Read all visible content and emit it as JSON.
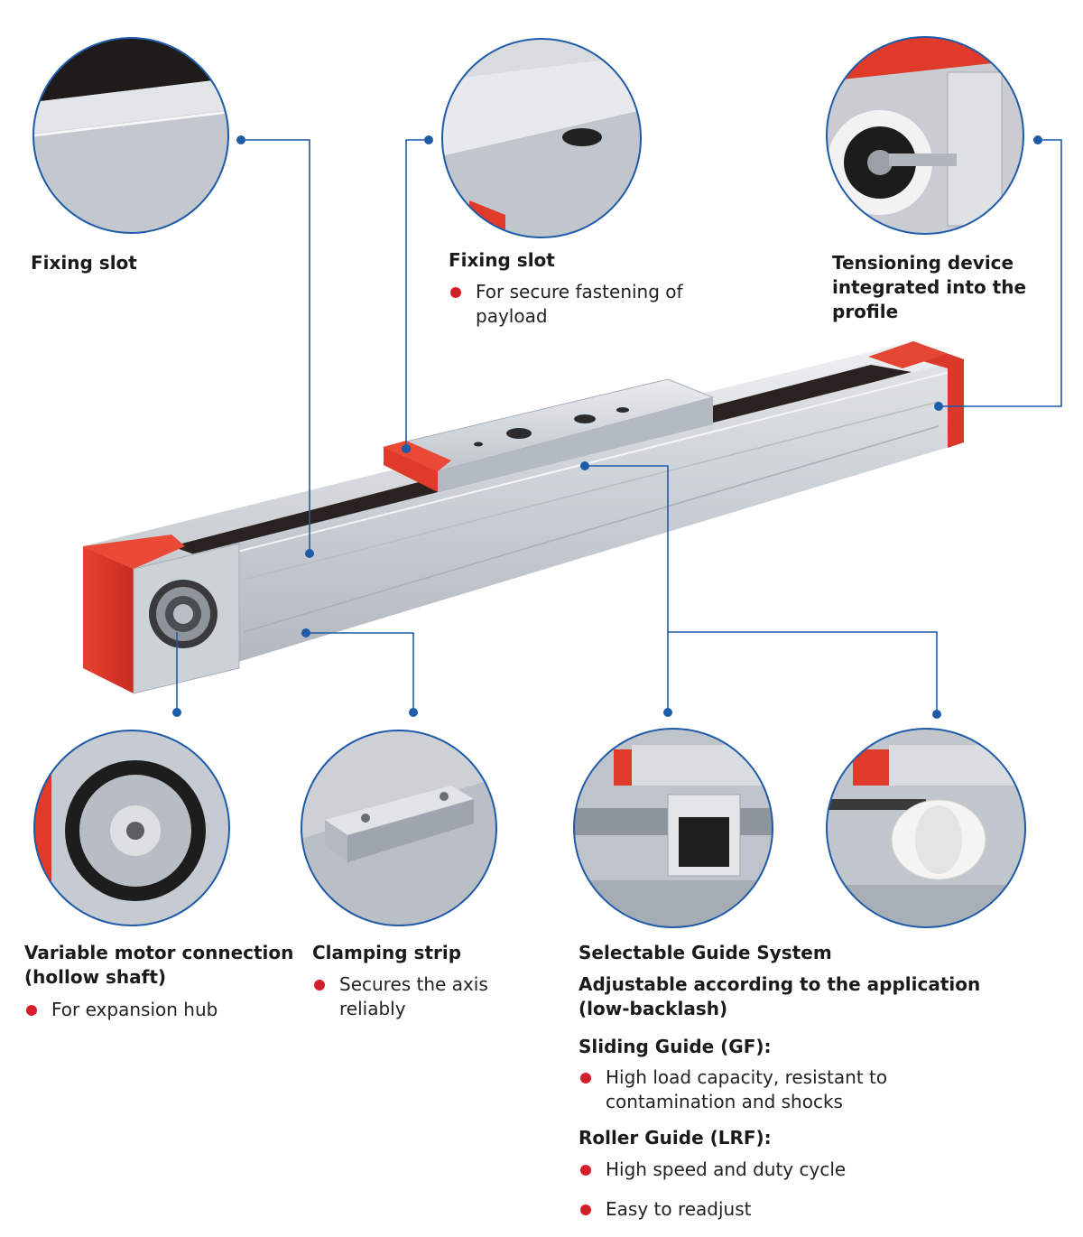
{
  "colors": {
    "accent_blue": "#1e5ba8",
    "bullet_red": "#d41f2a",
    "endcap_red": "#e23a2c",
    "profile_gray": "#c9ced4"
  },
  "callouts": {
    "fixing_slot_left": {
      "title": "Fixing slot"
    },
    "fixing_slot_top": {
      "title": "Fixing slot",
      "bullets": [
        "For secure fastening of payload"
      ]
    },
    "tensioning": {
      "title": "Tensioning device integrated into the profile"
    },
    "motor": {
      "title": "Variable motor connection (hollow shaft)",
      "bullets": [
        "For expansion hub"
      ]
    },
    "clamping": {
      "title": "Clamping strip",
      "bullets": [
        "Secures the axis reliably"
      ]
    },
    "guide": {
      "title": "Selectable Guide System",
      "subtitle": "Adjustable according to the application (low-backlash)",
      "sliding": {
        "title": "Sliding Guide (GF):",
        "bullets": [
          "High load capacity, resistant to contamination and shocks"
        ]
      },
      "roller": {
        "title": "Roller Guide (LRF):",
        "bullets": [
          "High speed and duty cycle",
          "Easy to readjust"
        ]
      }
    }
  }
}
